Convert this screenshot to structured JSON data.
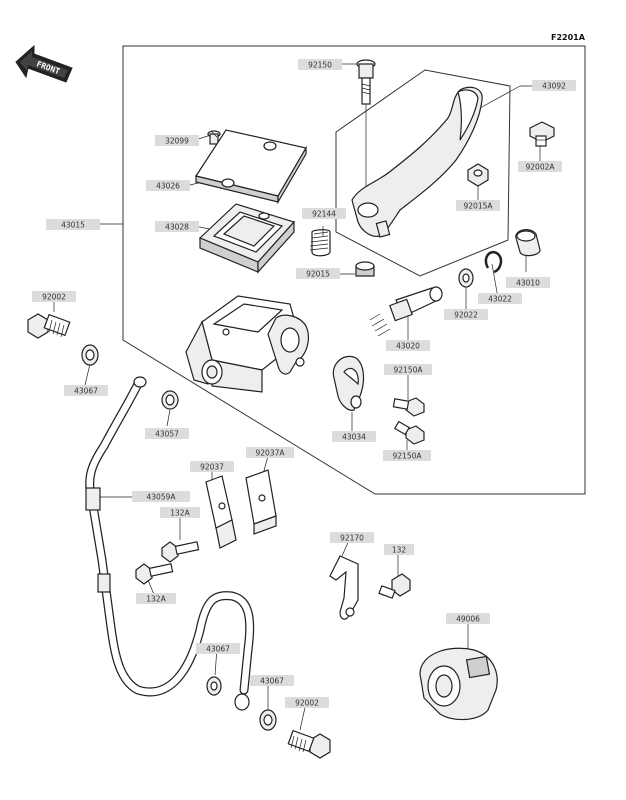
{
  "figure_code": "F2201A",
  "direction_label": "FRONT",
  "labels": {
    "p92150": "92150",
    "p43092": "43092",
    "p32099": "32099",
    "p92002A": "92002A",
    "p43026": "43026",
    "p92015A": "92015A",
    "p43015": "43015",
    "p43028": "43028",
    "p92144": "92144",
    "p92015": "92015",
    "p43010": "43010",
    "p43022": "43022",
    "p92002_top": "92002",
    "p92022": "92022",
    "p43020": "43020",
    "p43067_a": "43067",
    "p92150A_a": "92150A",
    "p43057": "43057",
    "p43034": "43034",
    "p92150A_b": "92150A",
    "p92037A": "92037A",
    "p92037": "92037",
    "p43059A": "43059A",
    "p132A_a": "132A",
    "p132A_b": "132A",
    "p92170": "92170",
    "p132": "132",
    "p49006": "49006",
    "p43067_b": "43067",
    "p43067_c": "43067",
    "p92002_bottom": "92002"
  }
}
